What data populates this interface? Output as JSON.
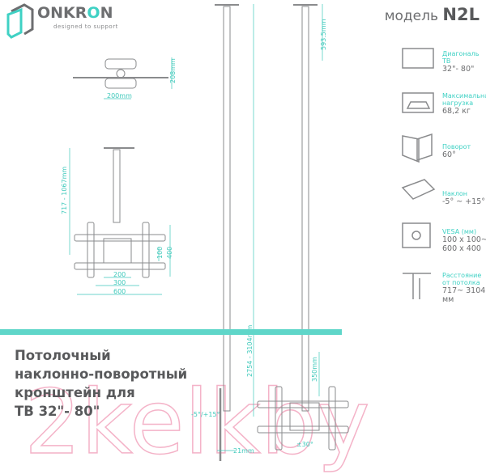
{
  "brand": {
    "name_part1": "ONKR",
    "name_o": "O",
    "name_part2": "N",
    "tagline": "designed to support",
    "watermark": "2kelkby"
  },
  "model": {
    "label": "модель",
    "value": "N2L"
  },
  "specs": [
    {
      "icon": "tv-diagonal-icon",
      "label": "Диагональ ТВ",
      "value": "32\"- 80\""
    },
    {
      "icon": "max-load-icon",
      "label": "Максимальная нагрузка",
      "value": "68,2 кг"
    },
    {
      "icon": "swivel-icon",
      "label": "Поворот",
      "value": "60°"
    },
    {
      "icon": "tilt-icon",
      "label": "Наклон",
      "value": "-5° ~ +15°"
    },
    {
      "icon": "vesa-icon",
      "label": "VESA (мм)",
      "value": "100 x 100~ 600 x 400"
    },
    {
      "icon": "ceiling-distance-icon",
      "label": "Расстояние от потолка",
      "value": "717~ 3104 мм"
    }
  ],
  "title_lines": [
    "Потолочный",
    "наклонно-поворотный",
    "кронштейн для",
    "ТВ 32\"- 80\""
  ],
  "dimensions": {
    "top_width": "200mm",
    "top_height": "208mm",
    "drop_short": "717 - 1067mm",
    "vesa_w1": "200",
    "vesa_w2": "300",
    "vesa_w3": "600",
    "vesa_h1": "100",
    "vesa_h2": "400",
    "top_pole": "593.5mm",
    "drop_long": "2754 - 3104mm",
    "tv_offset": "350mm",
    "tilt": "-5°/+15°",
    "depth": "21mm",
    "swivel": "±30°"
  },
  "colors": {
    "accent": "#3fd1c4",
    "text": "#6d6e70",
    "line": "#8a8b8d",
    "watermark": "#f2a6bf"
  }
}
